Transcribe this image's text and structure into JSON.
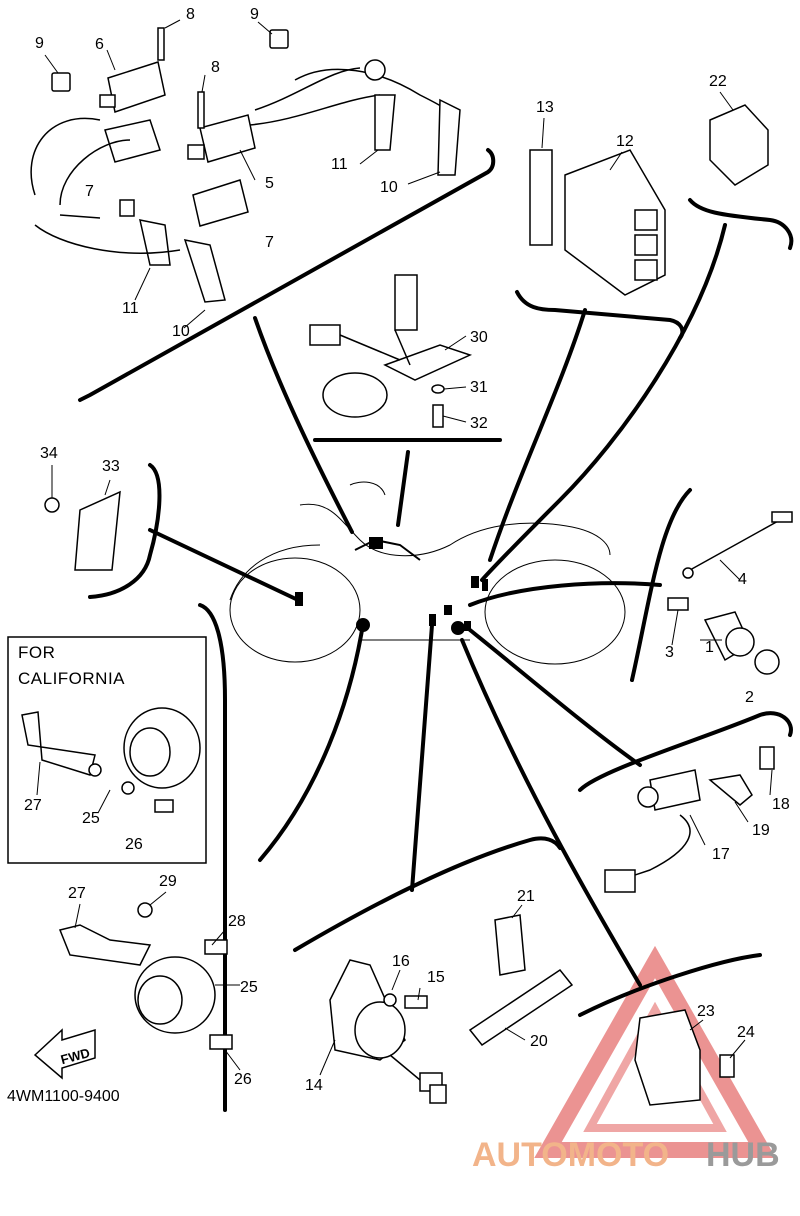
{
  "diagram_code": "4WM1100-9400",
  "california_box": {
    "line1": "FOR",
    "line2": "CALIFORNIA"
  },
  "fwd_arrow_label": "FWD",
  "watermark": {
    "part1": "AUTOMOTO",
    "part2": "HUB",
    "color_accent": "#f2b48a",
    "color_dark": "#9a9a9a",
    "triangle_color": "#e8807f"
  },
  "callouts": {
    "c1": "1",
    "c2": "2",
    "c3": "3",
    "c4": "4",
    "c5": "5",
    "c6": "6",
    "c7a": "7",
    "c7b": "7",
    "c8a": "8",
    "c8b": "8",
    "c9a": "9",
    "c9b": "9",
    "c10a": "10",
    "c10b": "10",
    "c11a": "11",
    "c11b": "11",
    "c12": "12",
    "c13": "13",
    "c14": "14",
    "c15": "15",
    "c16": "16",
    "c17": "17",
    "c18": "18",
    "c19": "19",
    "c20": "20",
    "c21": "21",
    "c22": "22",
    "c23": "23",
    "c24": "24",
    "c25a": "25",
    "c25b": "25",
    "c26a": "26",
    "c26b": "26",
    "c27a": "27",
    "c27b": "27",
    "c28": "28",
    "c29": "29",
    "c30": "30",
    "c31": "31",
    "c32": "32",
    "c33": "33",
    "c34": "34"
  }
}
